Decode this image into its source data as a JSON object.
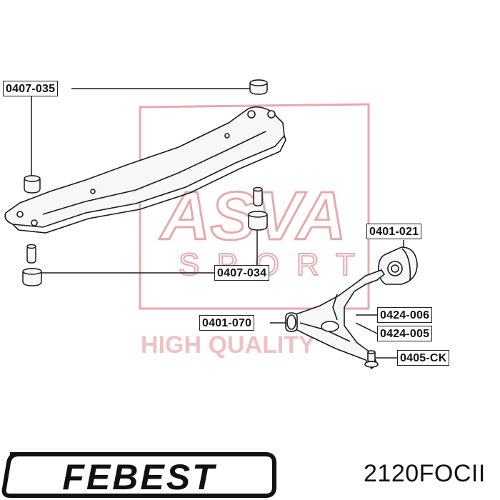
{
  "watermark": {
    "brand_text": "ASVA",
    "sub_text": "SPORT",
    "tagline": "HIGH QUALITY",
    "color": "#e7a9ad"
  },
  "labels": {
    "l_0407_035": "0407-035",
    "l_0401_021": "0401-021",
    "l_0407_034": "0407-034",
    "l_0401_070": "0401-070",
    "l_0424_006": "0424-006",
    "l_0424_005": "0424-005",
    "l_0405_ck": "0405-CK"
  },
  "footer": {
    "brand": "FEBEST",
    "part_number": "2120FOCII"
  },
  "colors": {
    "line": "#1a1a1a",
    "part_fill": "#f7f7f7",
    "watermark": "#e7a9ad"
  }
}
